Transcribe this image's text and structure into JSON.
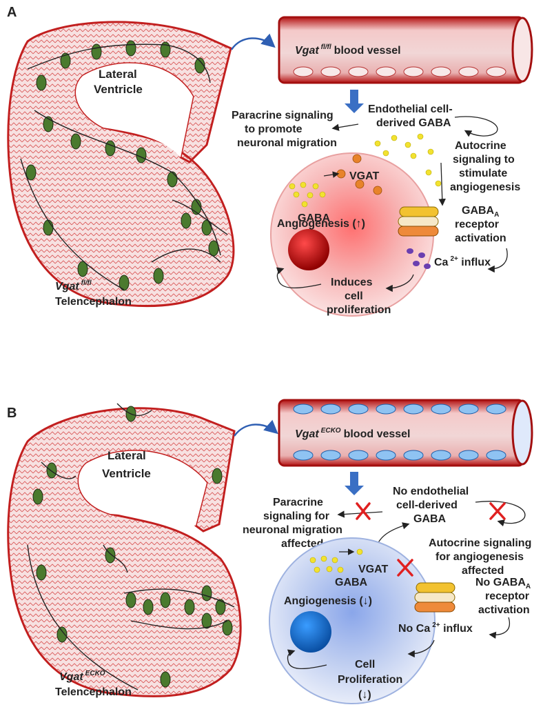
{
  "panels": {
    "a": {
      "letter": "A",
      "ventricle_line1": "Lateral",
      "ventricle_line2": "Ventricle",
      "telen_gene": "Vgat",
      "telen_sup": "fl/fl",
      "telen_label": "Telencephalon",
      "vessel_gene": "Vgat",
      "vessel_sup": "fl/fl",
      "vessel_label": "blood vessel",
      "paracrine": [
        "Paracrine signaling",
        "to promote",
        "neuronal migration"
      ],
      "endothelial": [
        "Endothelial cell-",
        "derived GABA"
      ],
      "autocrine": [
        "Autocrine",
        "signaling to",
        "stimulate",
        "angiogenesis"
      ],
      "vgat": "VGAT",
      "gaba": "GABA",
      "angiogenesis": "Angiogenesis (↑)",
      "receptor": [
        "GABA",
        "A",
        "receptor",
        "activation"
      ],
      "ca_prefix": "Ca",
      "ca_sup": "2+",
      "ca_suffix": " influx",
      "induces": [
        "Induces",
        "cell",
        "proliferation"
      ]
    },
    "b": {
      "letter": "B",
      "ventricle_line1": "Lateral",
      "ventricle_line2": "Ventricle",
      "telen_gene": "Vgat",
      "telen_sup": "ECKO",
      "telen_label": "Telencephalon",
      "vessel_gene": "Vgat",
      "vessel_sup": "ECKO",
      "vessel_label": "blood vessel",
      "paracrine": [
        "Paracrine",
        "signaling for",
        "neuronal migration",
        "affected"
      ],
      "endothelial": [
        "No endothelial",
        "cell-derived",
        "GABA"
      ],
      "autocrine": [
        "Autocrine signaling",
        "for angiogenesis",
        "affected"
      ],
      "vgat": "VGAT",
      "gaba": "GABA",
      "angiogenesis": "Angiogenesis  (↓)",
      "receptor": [
        "No GABA",
        "A",
        "receptor",
        "activation"
      ],
      "ca_prefix": "No Ca",
      "ca_sup": "2+",
      "ca_suffix": " influx",
      "proliferation": [
        "Cell",
        "Proliferation",
        "(↓)"
      ]
    }
  },
  "colors": {
    "tissue": "#f6dede",
    "tissue_edge": "#c21f1f",
    "neuron": "#4a7a2e",
    "cell_a": "#f3b4b4",
    "cell_b": "#b9c9ee",
    "nucleus_a": "#b50d0d",
    "nucleus_b": "#1467c4",
    "arrow_blue": "#3a6fc4",
    "cross": "#e02020",
    "gaba_dot": "#f2e230",
    "vgat_vesicle": "#e8832a",
    "ca_dot": "#6a3fb0"
  }
}
